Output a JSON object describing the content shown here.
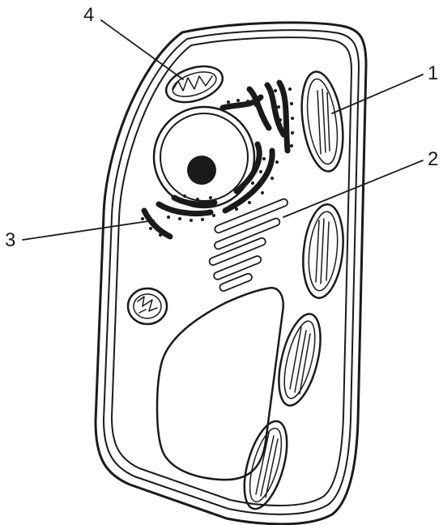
{
  "labels": {
    "label_1": "1",
    "label_2": "2",
    "label_3": "3",
    "label_4": "4"
  },
  "colors": {
    "ink": "#1a1a1a",
    "cytoplasm": "#4a4a4a",
    "organelle_fill": "#ffffff",
    "background": "#ffffff"
  }
}
